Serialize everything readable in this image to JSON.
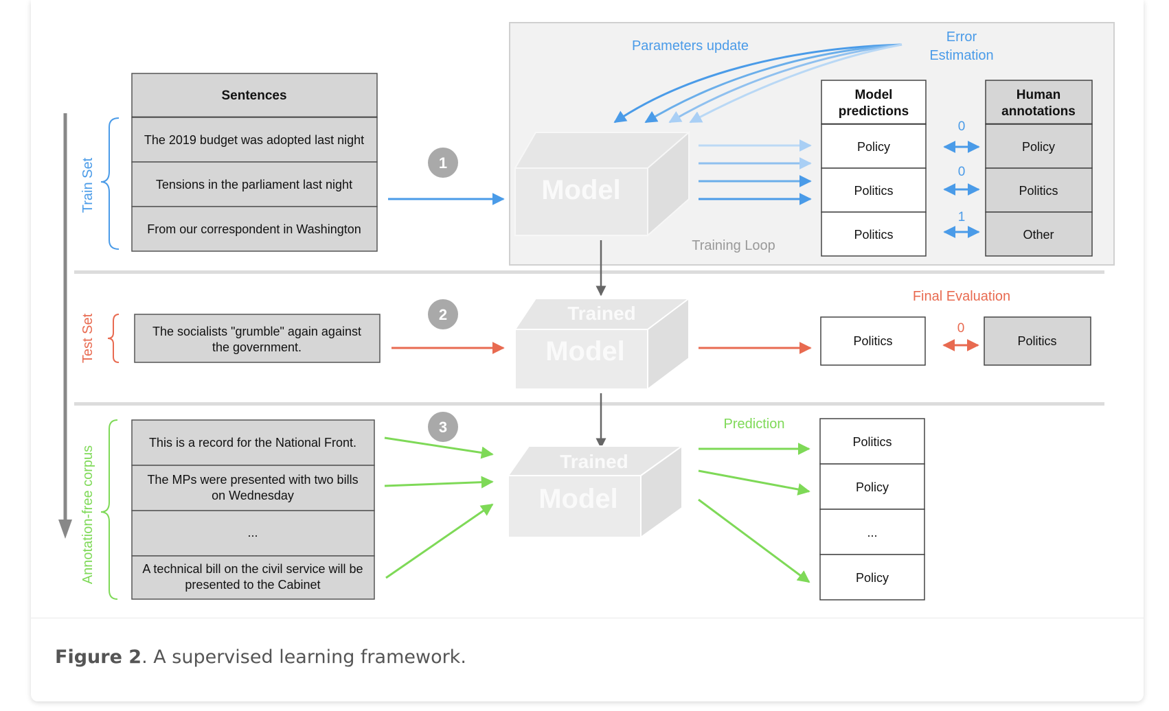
{
  "train": {
    "header": "Sentences",
    "sentences": [
      "The 2019 budget was adopted last night",
      "Tensions in the parliament last night",
      "From our correspondent in Washington"
    ],
    "side_label": "Train Set",
    "step": "1",
    "params_label": "Parameters update",
    "error_label_1": "Error",
    "error_label_2": "Estimation",
    "loop_label": "Training Loop",
    "model_label": "Model",
    "pred_header_1": "Model",
    "pred_header_2": "predictions",
    "predictions": [
      "Policy",
      "Politics",
      "Politics"
    ],
    "human_header_1": "Human",
    "human_header_2": "annotations",
    "annotations": [
      "Policy",
      "Politics",
      "Other"
    ],
    "errors": [
      "0",
      "0",
      "1"
    ]
  },
  "test": {
    "side_label": "Test Set",
    "step": "2",
    "sentence_1": "The socialists \"grumble\" again against",
    "sentence_2": "the government.",
    "trained_label": "Trained",
    "model_label": "Model",
    "eval_label": "Final Evaluation",
    "prediction": "Politics",
    "annotation": "Politics",
    "error": "0"
  },
  "corpus": {
    "side_label": "Annotation-free corpus",
    "step": "3",
    "sentences": [
      [
        "This is a record for the National Front."
      ],
      [
        "The MPs were presented with two bills",
        "on Wednesday"
      ],
      [
        "..."
      ],
      [
        "A technical bill on the civil service will be",
        "presented to the Cabinet"
      ]
    ],
    "trained_label": "Trained",
    "model_label": "Model",
    "pred_label": "Prediction",
    "predictions": [
      "Politics",
      "Policy",
      "...",
      "Policy"
    ]
  },
  "caption": {
    "prefix": "Figure 2",
    "text": ". A supervised learning framework."
  },
  "colors": {
    "blue": "#4a9be8",
    "red": "#e86a50",
    "green": "#7ed957",
    "gray_box": "#d6d6d6",
    "model_box": "#ececec"
  }
}
